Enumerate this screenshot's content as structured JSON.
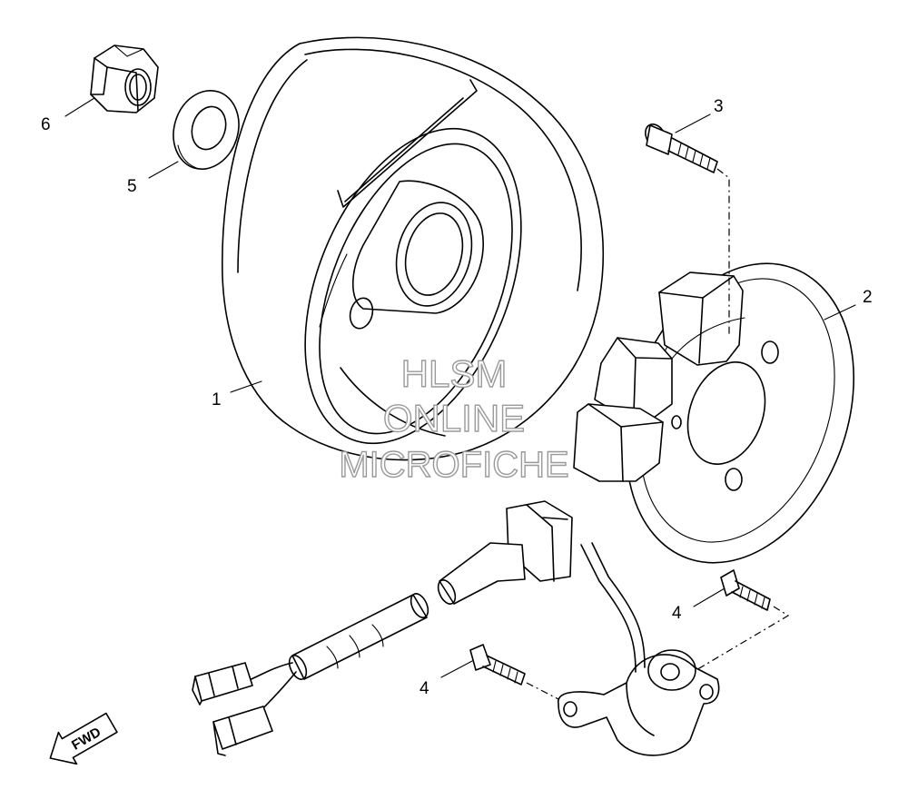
{
  "callouts": [
    {
      "id": "1",
      "text": "1"
    },
    {
      "id": "2",
      "text": "2"
    },
    {
      "id": "3",
      "text": "3"
    },
    {
      "id": "4a",
      "text": "4"
    },
    {
      "id": "4b",
      "text": "4"
    },
    {
      "id": "5",
      "text": "5"
    },
    {
      "id": "6",
      "text": "6"
    }
  ],
  "watermark": {
    "line1": "HLSM",
    "line2": "ONLINE",
    "line3": "MICROFICHE"
  },
  "direction_badge": {
    "label": "FWD"
  }
}
